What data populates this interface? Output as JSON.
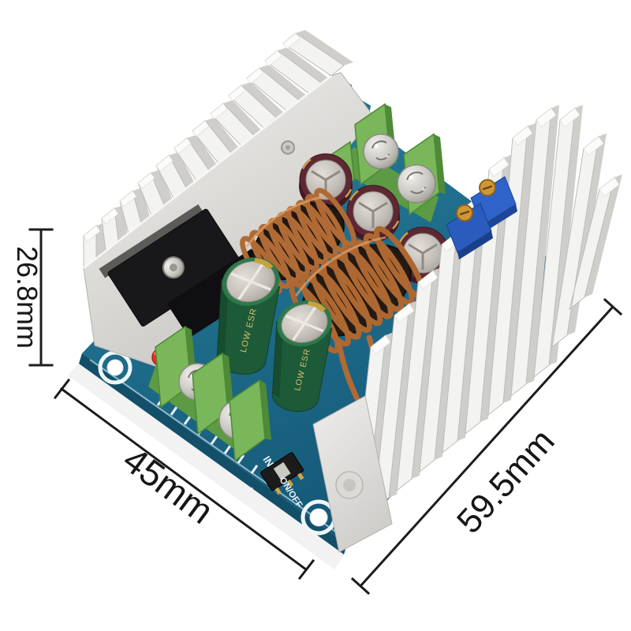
{
  "annotations": {
    "height_label": "26.8mm",
    "width_label": "45mm",
    "depth_label": "59.5mm"
  },
  "silkscreen": {
    "switch_label": "ON/OFF",
    "input_label": "IN",
    "polarity_label": "+"
  },
  "component_markings": {
    "green_capacitor_text": "LOW ESR"
  },
  "colors": {
    "background": "#ffffff",
    "pcb_blue": "#1e6d8c",
    "pcb_edge": "#134f68",
    "heatsink_silver": "#f3f3f1",
    "copper_coil": "#b06a35",
    "capacitor_maroon": "#5e2833",
    "capacitor_green": "#1d5a38",
    "terminal_green": "#7ab75b",
    "trimmer_blue": "#2f63c9",
    "trimmer_screw_gold": "#cf9734",
    "led_red": "#e5301a",
    "dimension_ink": "#1c1c1c"
  }
}
